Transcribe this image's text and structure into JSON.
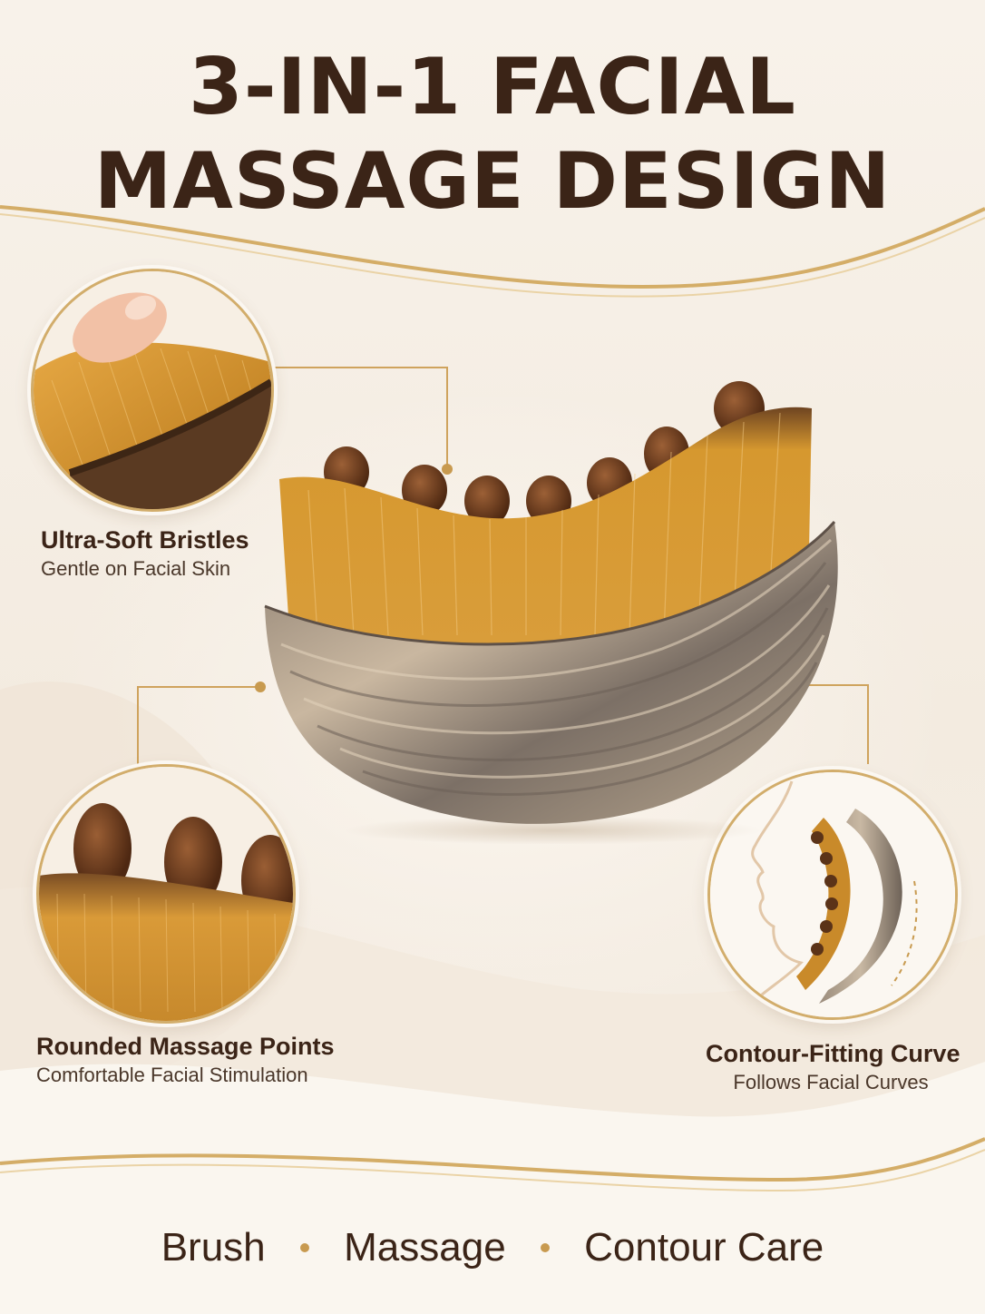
{
  "title": {
    "line1": "3-IN-1 FACIAL",
    "line2": "MASSAGE DESIGN"
  },
  "features": [
    {
      "heading": "Ultra-Soft Bristles",
      "subtext": "Gentle on Facial Skin"
    },
    {
      "heading": "Rounded Massage Points",
      "subtext": "Comfortable Facial Stimulation"
    },
    {
      "heading": "Contour-Fitting Curve",
      "subtext": "Follows Facial Curves"
    }
  ],
  "footer": {
    "items": [
      "Brush",
      "Massage",
      "Contour Care"
    ]
  },
  "colors": {
    "text_dark": "#3b2417",
    "accent_gold": "#c89a4f",
    "bristle": "#c98a2a",
    "wood": "#8b7b6c",
    "bead": "#6a3b1e",
    "background": "#f6efe6"
  }
}
